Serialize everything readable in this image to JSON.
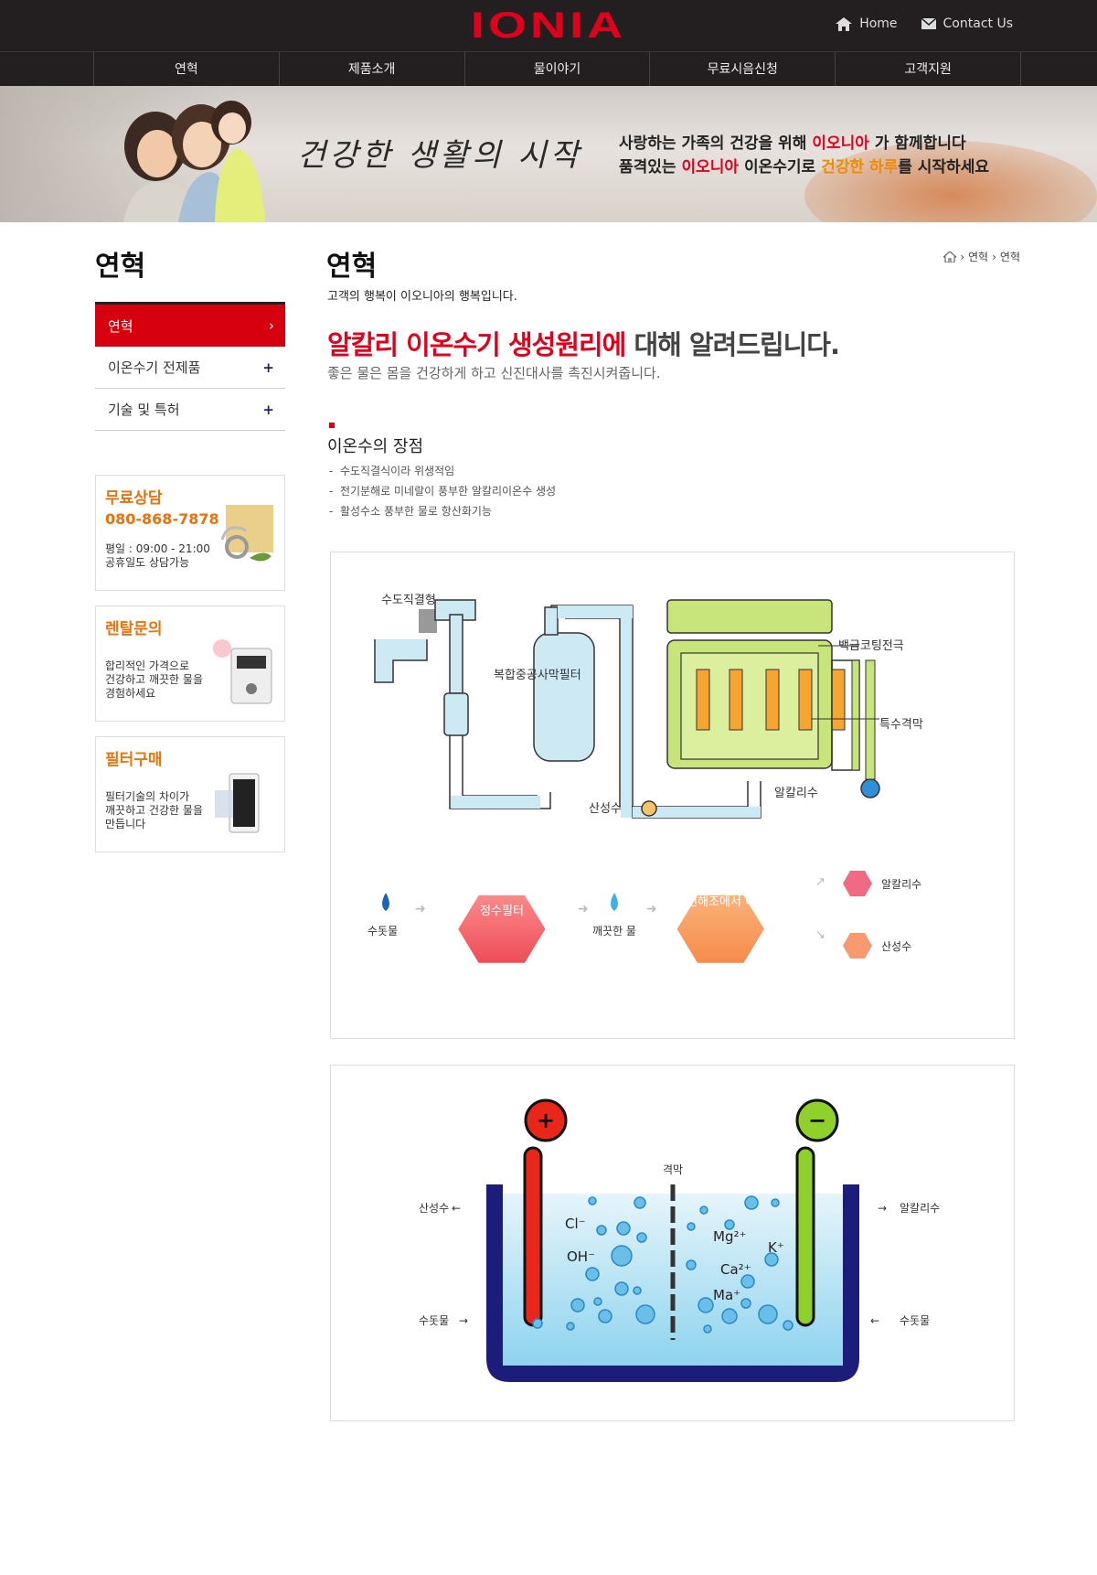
{
  "header": {
    "logo": "IONIA",
    "links": [
      {
        "label": "Home",
        "icon": "home-icon"
      },
      {
        "label": "Contact Us",
        "icon": "mail-icon"
      }
    ]
  },
  "nav": {
    "items": [
      "연혁",
      "제품소개",
      "물이야기",
      "무료시음신청",
      "고객지원"
    ]
  },
  "banner": {
    "title": "건강한 생활의 시작",
    "line1": {
      "pre": "사랑하는 가족의 건강을 위해 ",
      "brand": "이오니아",
      "post": " 가 함께합니다"
    },
    "line2": {
      "pre": "품격있는 ",
      "brand": "이오니아",
      "mid": " 이온수기로 ",
      "hl": "건강한 하루",
      "post": "를 시작하세요"
    }
  },
  "sidebar": {
    "title": "연혁",
    "menu": [
      {
        "label": "연혁",
        "marker": "›"
      },
      {
        "label": "이온수기 전제품",
        "marker": "+"
      },
      {
        "label": "기술 및 특허",
        "marker": "+"
      }
    ],
    "cards": [
      {
        "title": "무료상담",
        "phone": "080-868-7878",
        "desc": "평일 : 09:00 - 21:00\n공휴일도 상담가능"
      },
      {
        "title": "렌탈문의",
        "desc": "합리적인 가격으로\n건강하고 깨끗한 물을\n경험하세요"
      },
      {
        "title": "필터구매",
        "desc": "필터기술의 차이가\n깨끗하고 건강한 물을\n만듭니다"
      }
    ]
  },
  "content": {
    "title": "연혁",
    "breadcrumb": [
      "연혁",
      "연혁"
    ],
    "subtitle": "고객의 행복이 이오니아의 행복입니다.",
    "headline_red": "알칼리 이온수기 생성원리에",
    "headline_rest": " 대해 알려드립니다.",
    "headline_sub": "좋은 물은 몸을 건강하게 하고 신진대사를 촉진시켜줍니다.",
    "section_title": "이온수의 장점",
    "benefits": [
      "수도직결식이라 위생적임",
      "전기분해로 미네랄이 풍부한 알칼리이온수 생성",
      "활성수소 풍부한 물로 항산화기능"
    ]
  },
  "diagram1": {
    "labels": {
      "tap": "수도직결형",
      "filter": "복합중공사막필터",
      "electrode": "백금코팅전극",
      "membrane": "특수격막",
      "acid_out": "산성수",
      "alkali_out": "알칼리수"
    },
    "flow": [
      "수돗물",
      "정수필터",
      "깨끗한 물",
      "전해조에서 이온분리",
      "알칼리수",
      "산성수"
    ]
  },
  "diagram2": {
    "labels": {
      "membrane": "격막",
      "acid": "산성수",
      "alkali": "알칼리수",
      "tap_left": "수돗물",
      "tap_right": "수돗물",
      "plus": "+",
      "minus": "−"
    },
    "ions_left": [
      "Cl⁻",
      "OH⁻"
    ],
    "ions_right": [
      "Mg²⁺",
      "K⁺",
      "Ca²⁺",
      "Ma⁺"
    ]
  }
}
